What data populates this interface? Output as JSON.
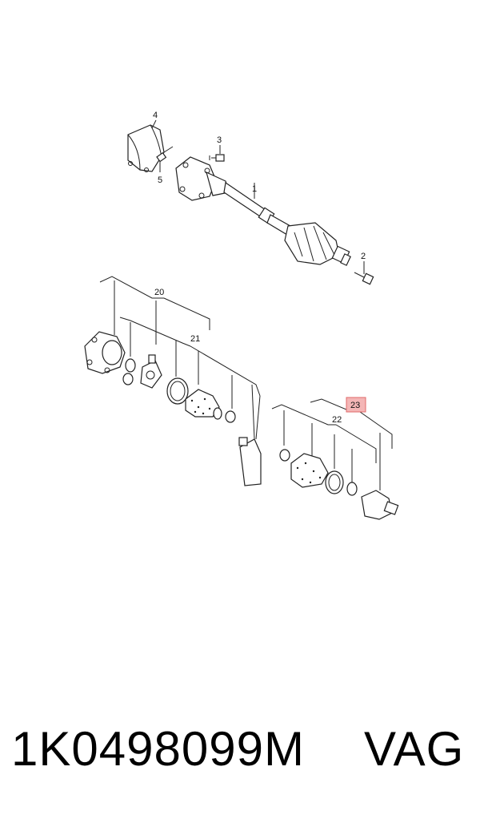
{
  "callouts": {
    "c1": "1",
    "c2": "2",
    "c3": "3",
    "c4": "4",
    "c5": "5",
    "c20": "20",
    "c21": "21",
    "c22": "22",
    "c23": "23"
  },
  "highlight_color": "#f4b6b6",
  "highlight_border": "#e06a6a",
  "footer": {
    "part_number": "1K0498099M",
    "brand": "VAG"
  }
}
